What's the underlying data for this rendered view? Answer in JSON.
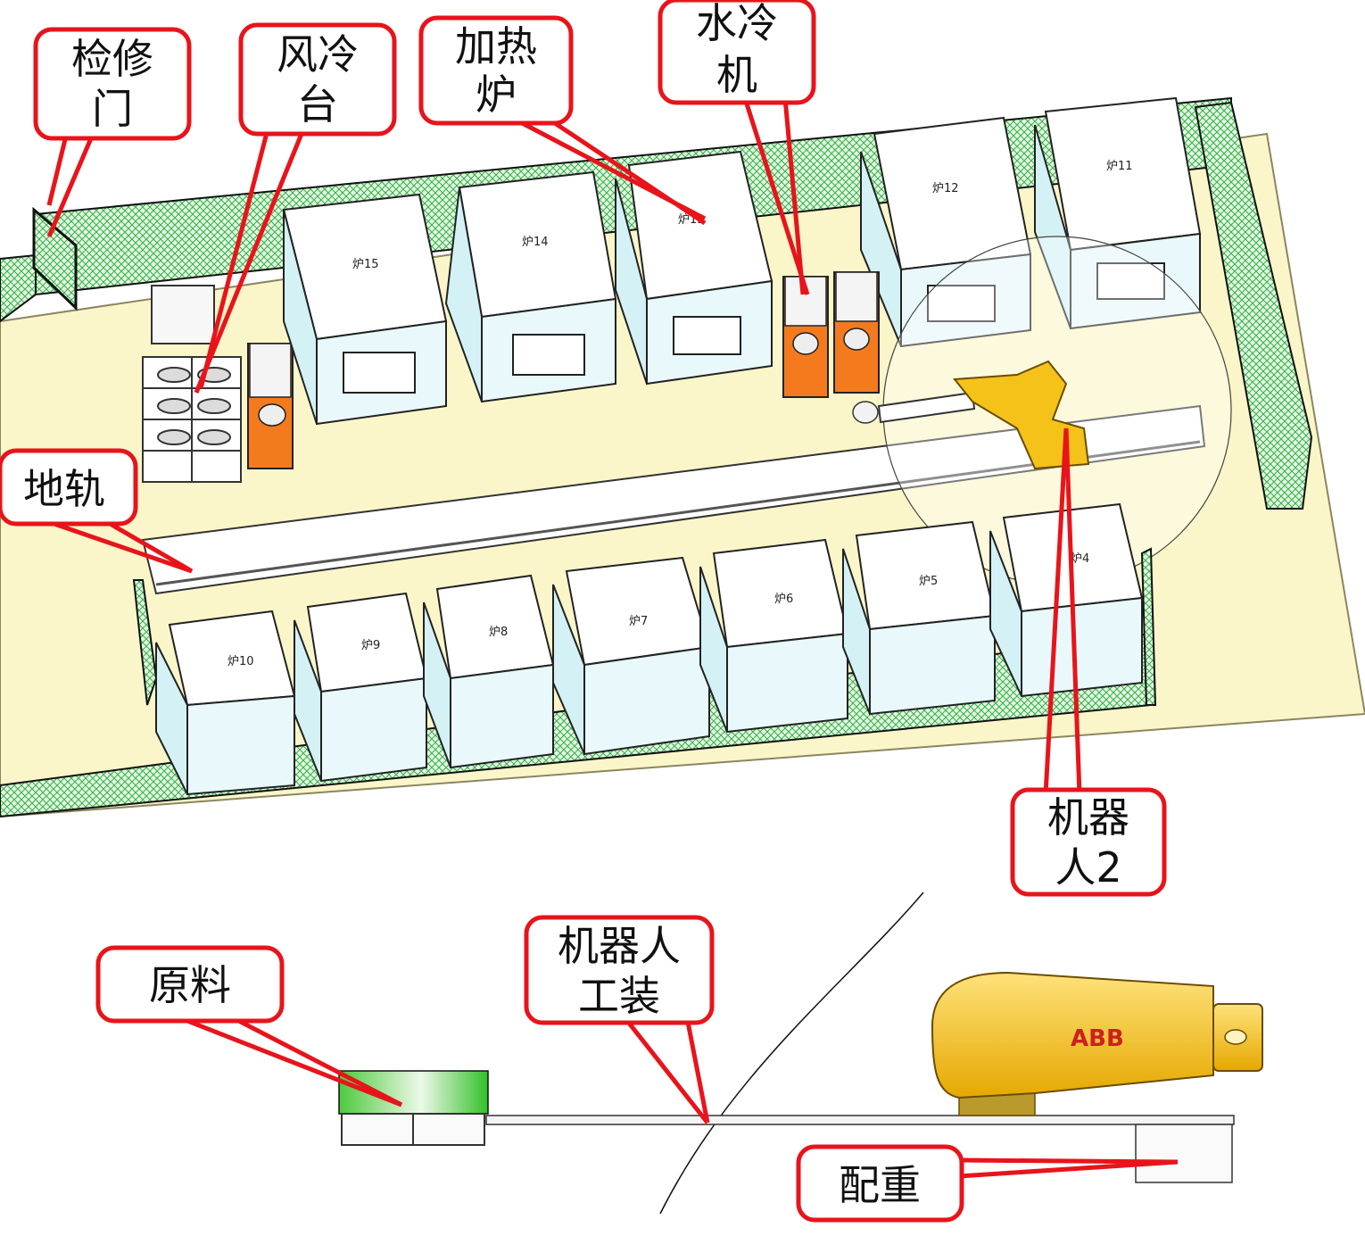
{
  "callouts": {
    "inspection_door": [
      "检修",
      "门"
    ],
    "air_cooling_table": [
      "风冷",
      "台"
    ],
    "heating_furnace": [
      "加热",
      "炉"
    ],
    "water_chiller": [
      "水冷",
      "机"
    ],
    "ground_rail": [
      "地轨"
    ],
    "robot2": [
      "机器",
      "人2"
    ],
    "raw_material": [
      "原料"
    ],
    "robot_fixture": [
      "机器人",
      "工装"
    ],
    "counterweight": [
      "配重"
    ]
  },
  "furnaces": {
    "top": [
      "炉15",
      "炉14",
      "炉13",
      "炉12",
      "炉11"
    ],
    "bottom": [
      "炉10",
      "炉9",
      "炉8",
      "炉7",
      "炉6",
      "炉5",
      "炉4"
    ]
  },
  "robot_brand": "ABB",
  "colors": {
    "callout_border": "#e8141b",
    "floor": "#fbf6c9",
    "fence": "#1f9a2e",
    "cabinet": "#f47a1e",
    "robot": "#f5c21a"
  }
}
